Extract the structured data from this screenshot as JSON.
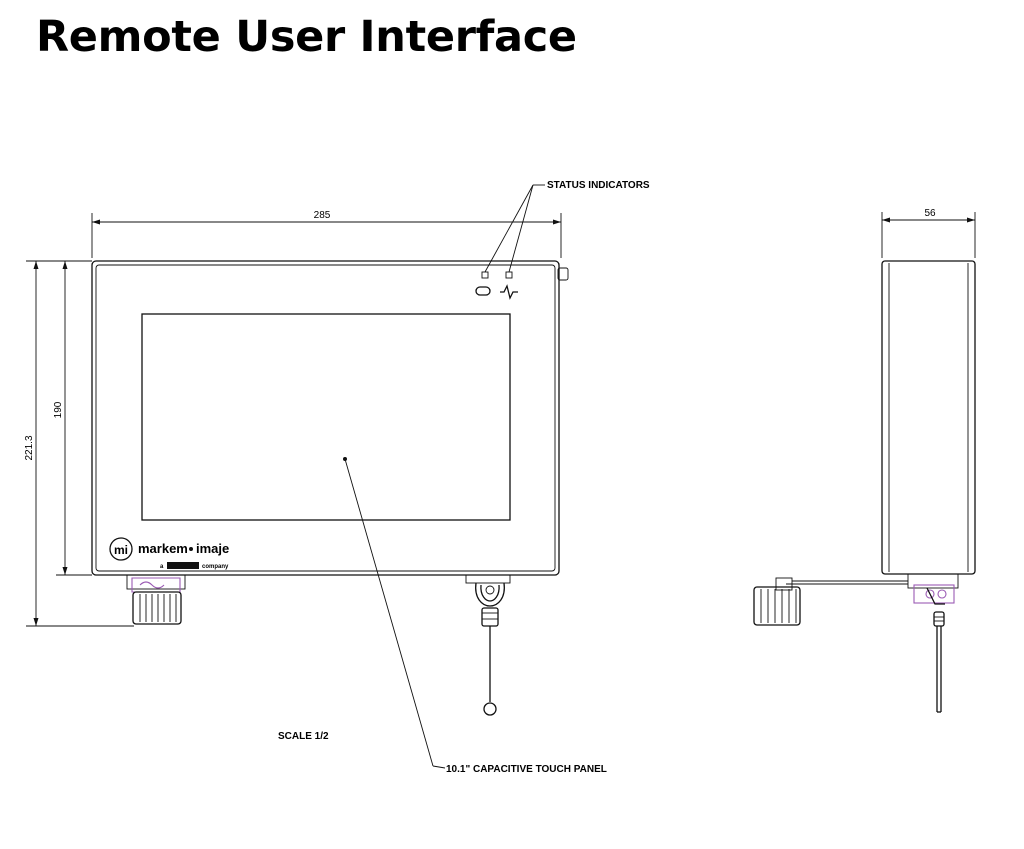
{
  "title": "Remote User Interface",
  "front_view": {
    "width_dim": "285",
    "height_outer_dim": "221.3",
    "height_inner_dim": "190",
    "status_label": "STATUS INDICATORS",
    "touch_label": "10.1\" CAPACITIVE TOUCH PANEL",
    "brand": {
      "logo_letters": "mi",
      "name_left": "markem",
      "name_right": "imaje",
      "subline_pre": "a",
      "subline_post": "company"
    },
    "scale_label": "SCALE 1/2"
  },
  "side_view": {
    "depth_dim": "56"
  },
  "colors": {
    "line": "#111111",
    "accent_purple": "#9b5bb4"
  }
}
